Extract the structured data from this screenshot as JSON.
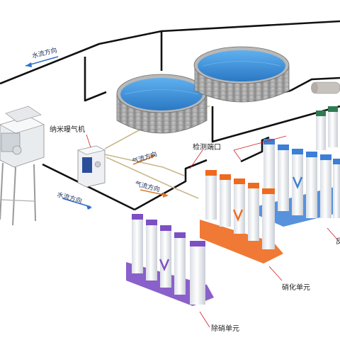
{
  "labels": {
    "water_flow_top": "水流方向",
    "water_flow_bottom": "水流方向",
    "nano_aerator": "纳米曝气机",
    "air_flow_1": "气流方向",
    "air_flow_2": "气流方向",
    "detection_port": "检测端口",
    "nitrification_unit": "硝化单元",
    "denitrification_unit": "除硝单元",
    "cut_off_right": "反"
  },
  "colors": {
    "pipe": "#111111",
    "air_pipe": "#c9b88a",
    "water": "#3b8fd6",
    "tank_wall": "#9a9a9a",
    "flow_arrow": "#2f6fd0",
    "air_arrow": "#e07a2a",
    "purple_unit": "#7d4fc4",
    "orange_unit": "#ee6a1f",
    "blue_unit": "#3b7fd6",
    "green_unit": "#2f7a52",
    "leader_line": "#d0202a"
  },
  "icons": {
    "flow_arrow": "long-arrow-icon",
    "bio_logo": "v-logo-icon"
  }
}
